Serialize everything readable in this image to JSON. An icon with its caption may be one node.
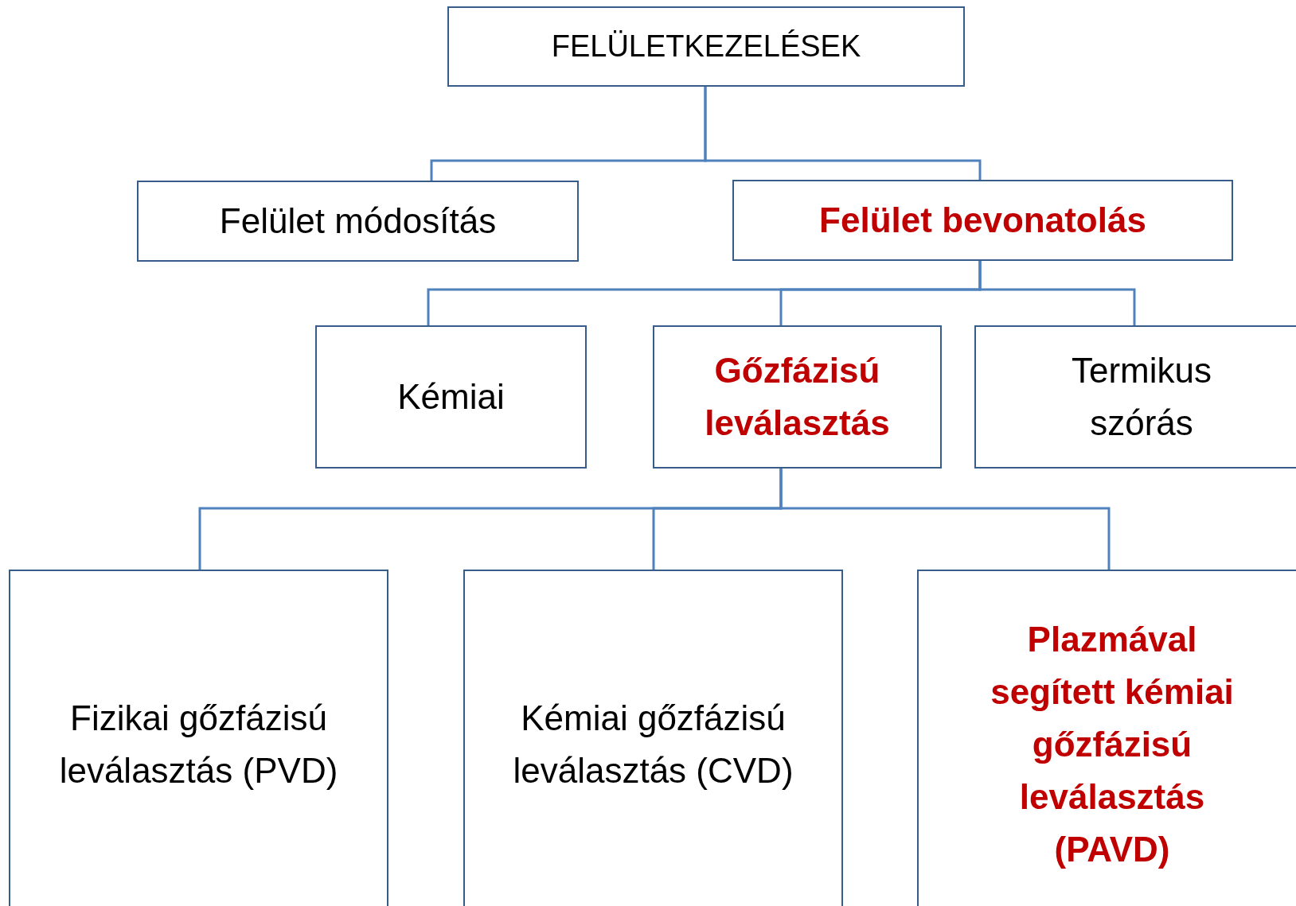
{
  "diagram": {
    "nodes": [
      {
        "text": [
          "FELÜLETKEZELÉSEK"
        ]
      },
      {
        "text": [
          "Felület módosítás"
        ]
      },
      {
        "text": [
          "Felület bevonatolás"
        ]
      },
      {
        "text": [
          "Kémiai"
        ]
      },
      {
        "text": [
          "Gőzfázisú leválasztás"
        ]
      },
      {
        "text": [
          "Termikus szórás"
        ]
      },
      {
        "text": [
          "Fizikai gőzfázisú leválasztás (PVD)"
        ]
      },
      {
        "text": [
          "Kémiai gőzfázisú leválasztás (CVD)"
        ]
      },
      {
        "text": [
          "Plazmával segített kémiai gőzfázisú leválasztás (PAVD)"
        ]
      }
    ],
    "edges": [
      {
        "from": 0,
        "to": 1,
        "arrow": "none"
      },
      {
        "from": 0,
        "to": 2,
        "arrow": "none"
      },
      {
        "from": 2,
        "to": 3,
        "arrow": "none"
      },
      {
        "from": 2,
        "to": 4,
        "arrow": "none"
      },
      {
        "from": 2,
        "to": 5,
        "arrow": "none"
      },
      {
        "from": 4,
        "to": 6,
        "arrow": "none"
      },
      {
        "from": 4,
        "to": 7,
        "arrow": "none"
      },
      {
        "from": 4,
        "to": 8,
        "arrow": "none"
      }
    ]
  }
}
